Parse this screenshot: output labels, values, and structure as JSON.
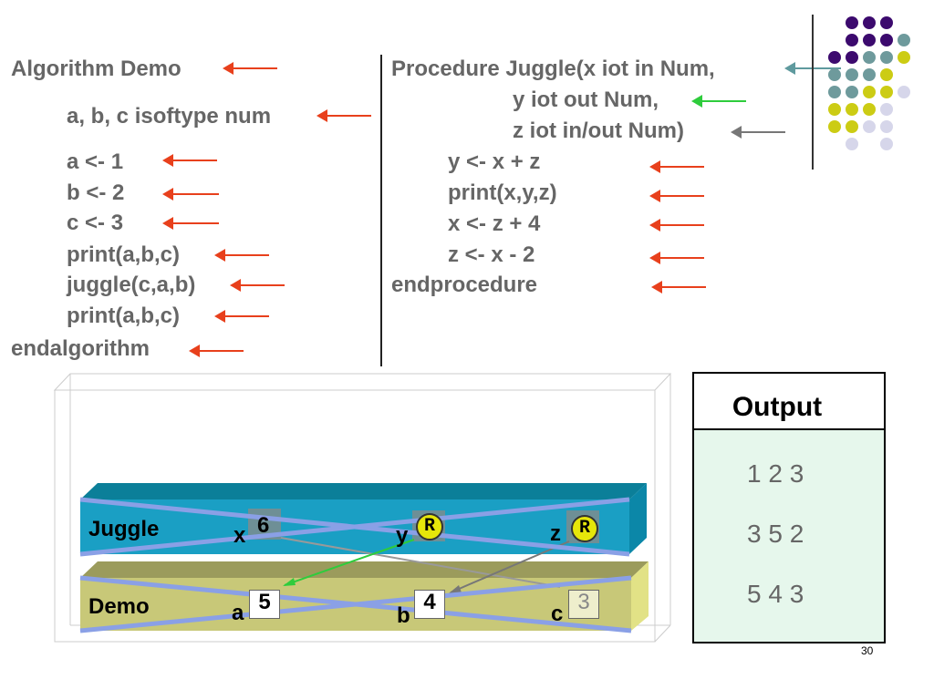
{
  "algorithm": {
    "title": "Algorithm Demo",
    "lines": [
      "a, b, c isoftype num",
      "a <- 1",
      "b <- 2",
      "c <- 3",
      "print(a,b,c)",
      "juggle(c,a,b)",
      "print(a,b,c)"
    ],
    "end": "endalgorithm"
  },
  "procedure": {
    "header": "Procedure Juggle(x iot in Num,",
    "params": [
      "y iot out Num,",
      "z iot in/out Num)"
    ],
    "body": [
      "y <- x + z",
      "print(x,y,z)",
      "x <- z + 4",
      "z <- x - 2"
    ],
    "end": "endprocedure"
  },
  "frames": {
    "juggle": {
      "label": "Juggle",
      "vars": [
        {
          "name": "x",
          "value": "6"
        },
        {
          "name": "y",
          "value": "R"
        },
        {
          "name": "z",
          "value": "R"
        }
      ]
    },
    "demo": {
      "label": "Demo",
      "vars": [
        {
          "name": "a",
          "value": "5"
        },
        {
          "name": "b",
          "value": "4"
        },
        {
          "name": "c",
          "value": "3"
        }
      ]
    }
  },
  "output": {
    "title": "Output",
    "lines": [
      "1 2 3",
      "3 5 2",
      "5 4 3"
    ]
  },
  "page_number": "30",
  "colors": {
    "arrow_red": "#e8401c",
    "arrow_green": "#2ecc3c",
    "arrow_grey": "#777777",
    "juggle_frame": "#1a9fc4",
    "demo_frame": "#c8c878",
    "cross_lines": "#8aa0e6",
    "output_bg": "#e6f7ec"
  }
}
